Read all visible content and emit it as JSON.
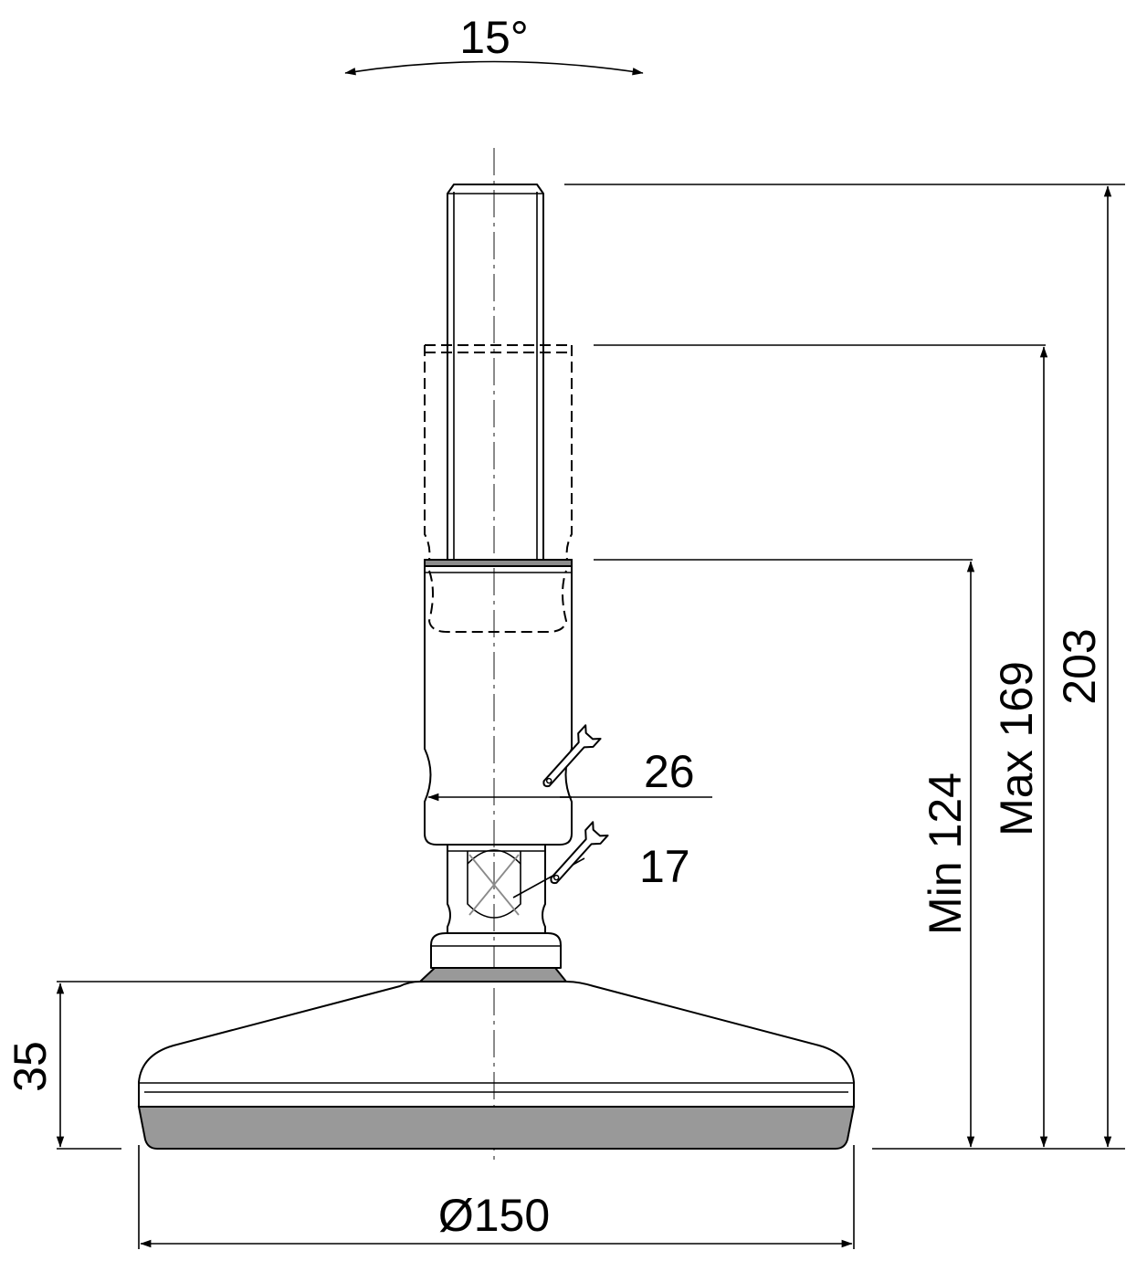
{
  "colors": {
    "line": "#000000",
    "centerline": "#8a8a8a",
    "rubber_pad": "#999999",
    "gray_band": "#8c8c8c"
  },
  "icons": [
    "wrench-icon-26",
    "wrench-icon-17"
  ],
  "dimensions": {
    "tilt_angle": "15°",
    "total_height": "203",
    "max_height": "Max 169",
    "min_height": "Min 124",
    "base_height": "35",
    "base_diameter": "Ø150",
    "wrench_large": "26",
    "wrench_small": "17"
  }
}
